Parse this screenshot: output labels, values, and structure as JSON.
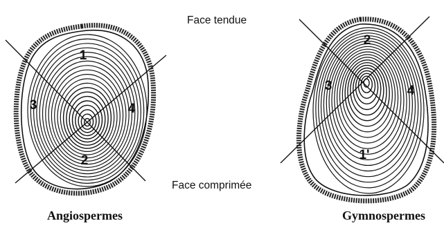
{
  "labels": {
    "face_top": "Face tendue",
    "face_bottom": "Face comprimée",
    "left_caption": "Angiospermes",
    "right_caption": "Gymnospermes"
  },
  "angiosperm_sectors": [
    "1",
    "2",
    "3",
    "4"
  ],
  "gymnosperm_sectors": [
    "2",
    "1'",
    "3",
    "4"
  ],
  "colors": {
    "ink": "#111111",
    "background": "#ffffff"
  }
}
